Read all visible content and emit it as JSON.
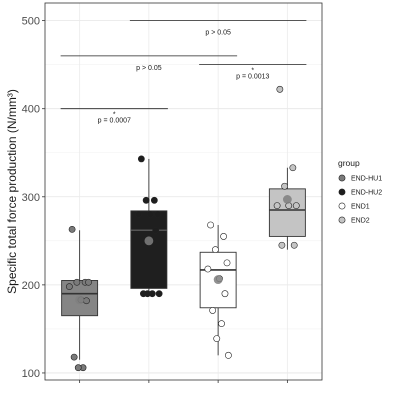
{
  "chart_data": {
    "type": "box",
    "ylabel": "Specific total force production (N/mm³)",
    "ylim": [
      92,
      520
    ],
    "yticks": [
      100,
      200,
      300,
      400,
      500
    ],
    "legend": {
      "title": "group",
      "position": "right",
      "entries": [
        {
          "name": "END-HU1",
          "color": "#7a7a7a"
        },
        {
          "name": "END-HU2",
          "color": "#1e1e1e"
        },
        {
          "name": "END1",
          "color": "#ffffff"
        },
        {
          "name": "END2",
          "color": "#c4c4c4"
        }
      ]
    },
    "groups": [
      {
        "name": "END-HU1",
        "fill": "#858585",
        "point_color": "#7a7a7a",
        "whisker_low": 115,
        "q1": 165,
        "median": 190,
        "q3": 205,
        "whisker_high": 262,
        "mean": 183,
        "points": [
          263,
          203,
          203,
          203,
          198,
          183,
          182,
          118,
          106,
          106
        ]
      },
      {
        "name": "END-HU2",
        "fill": "#1f1f1f",
        "point_color": "#1e1e1e",
        "whisker_low": 190,
        "q1": 196,
        "median": 262,
        "q3": 284,
        "whisker_high": 343,
        "mean": 250,
        "points": [
          343,
          296,
          296,
          280,
          280,
          280,
          262,
          190,
          190,
          190,
          190
        ]
      },
      {
        "name": "END1",
        "fill": "#ffffff",
        "point_color": "#ffffff",
        "whisker_low": 120,
        "q1": 174,
        "median": 217,
        "q3": 237,
        "whisker_high": 268,
        "mean": 206,
        "points": [
          268,
          255,
          240,
          225,
          218,
          207,
          190,
          171,
          156,
          139,
          120
        ]
      },
      {
        "name": "END2",
        "fill": "#c4c4c4",
        "point_color": "#c4c4c4",
        "whisker_low": 240,
        "q1": 255,
        "median": 285,
        "q3": 309,
        "whisker_high": 333,
        "mean": 297,
        "points": [
          422,
          333,
          312,
          290,
          290,
          290,
          245,
          245
        ]
      }
    ],
    "comparisons": [
      {
        "from": 0,
        "to": 1,
        "y": 400,
        "label": "p = 0.0007",
        "star": "*"
      },
      {
        "from": 0,
        "to": 2,
        "y": 460,
        "label": "p > 0.05",
        "star": ""
      },
      {
        "from": 1,
        "to": 3,
        "y": 500,
        "label": "p > 0.05",
        "star": ""
      },
      {
        "from": 2,
        "to": 3,
        "y": 450,
        "label": "p = 0.0013",
        "star": "*"
      }
    ]
  }
}
